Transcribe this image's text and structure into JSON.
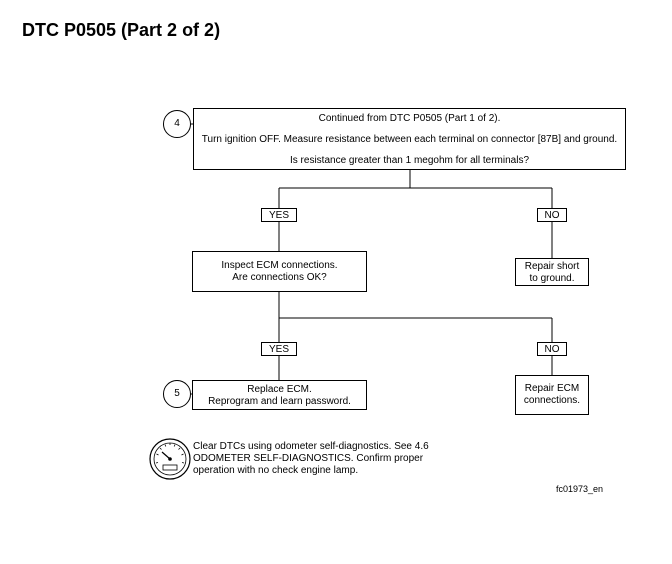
{
  "title": "DTC P0505 (Part 2 of 2)",
  "steps": {
    "step4": {
      "number": "4",
      "lines": [
        "Continued from DTC P0505 (Part 1 of 2).",
        "Turn ignition OFF. Measure resistance between each terminal on connector [87B] and ground.",
        "Is resistance greater than 1 megohm for all terminals?"
      ]
    },
    "inspect": {
      "lines": [
        "Inspect ECM connections.",
        "Are connections OK?"
      ]
    },
    "repair_short": {
      "lines": [
        "Repair short",
        "to ground."
      ]
    },
    "step5": {
      "number": "5",
      "lines": [
        "Replace ECM.",
        "Reprogram and learn password."
      ]
    },
    "repair_ecm": {
      "lines": [
        "Repair ECM",
        "connections."
      ]
    }
  },
  "answers": {
    "yes1": "YES",
    "no1": "NO",
    "yes2": "YES",
    "no2": "NO"
  },
  "note": {
    "icon": "odometer-icon",
    "lines": [
      "Clear DTCs using odometer self-diagnostics. See 4.6",
      "ODOMETER SELF-DIAGNOSTICS. Confirm proper",
      "operation with no check engine lamp."
    ]
  },
  "figure_id": "fc01973_en"
}
